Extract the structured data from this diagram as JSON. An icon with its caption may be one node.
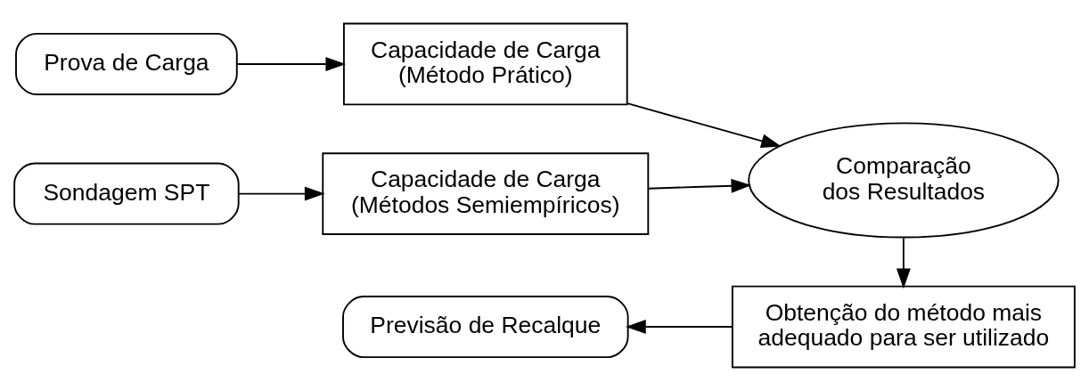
{
  "diagram": {
    "nodes": [
      {
        "text": [
          "Prova de Carga"
        ]
      },
      {
        "text": [
          "Capacidade de Carga (Método Prático)"
        ]
      },
      {
        "text": [
          "Sondagem SPT"
        ]
      },
      {
        "text": [
          "Capacidade de Carga (Métodos Semiempíricos)"
        ]
      },
      {
        "text": [
          "Comparação dos Resultados"
        ]
      },
      {
        "text": [
          "Obtenção do método mais adequado para ser utilizado"
        ]
      },
      {
        "text": [
          "Previsão de Recalque"
        ]
      }
    ],
    "edges": [
      {
        "from": 0,
        "to": 1,
        "arrow": "to"
      },
      {
        "from": 2,
        "to": 3,
        "arrow": "to"
      },
      {
        "from": 1,
        "to": 4,
        "arrow": "to"
      },
      {
        "from": 3,
        "to": 4,
        "arrow": "to"
      },
      {
        "from": 4,
        "to": 5,
        "arrow": "to"
      },
      {
        "from": 5,
        "to": 6,
        "arrow": "to"
      }
    ]
  }
}
